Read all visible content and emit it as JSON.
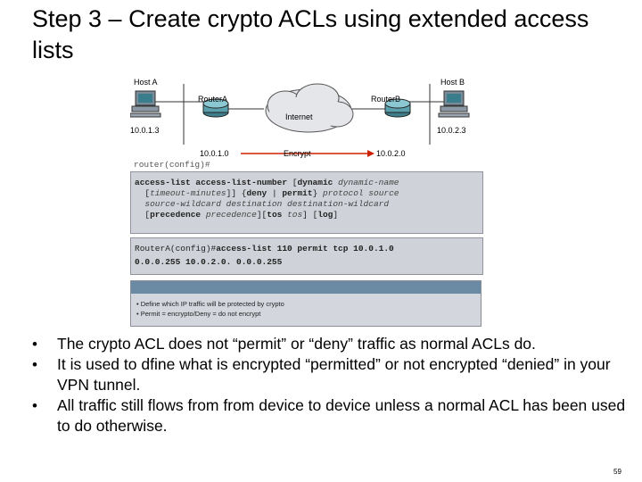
{
  "slide": {
    "title": "Step 3 – Create crypto ACLs using extended access lists",
    "page_number": "59"
  },
  "diagram": {
    "host_a": "Host A",
    "host_b": "Host B",
    "router_a": "RouterA",
    "router_b": "RouterB",
    "internet": "Internet",
    "host_a_ip": "10.0.1.3",
    "host_b_ip": "10.0.2.3",
    "net_a": "10.0.1.0",
    "net_b": "10.0.2.0",
    "encrypt": "Encrypt"
  },
  "syntax": {
    "prompt": "router(config)#"
  },
  "example": {
    "line1_prompt": "RouterA(config)#",
    "line1_cmd": "access-list 110 permit tcp 10.0.1.0",
    "line2": "0.0.0.255 10.0.2.0. 0.0.0.255"
  },
  "notes": [
    "• Define which IP traffic will be protected by crypto",
    "• Permit = encrypto/Deny = do not encrypt"
  ],
  "bullets": [
    "The crypto ACL does not “permit” or “deny” traffic as normal ACLs do.",
    "It is used to dfine what is encrypted “permitted” or not encrypted “denied” in your VPN tunnel.",
    "All traffic still flows from from device to device unless a normal ACL has been used to do otherwise."
  ],
  "colors": {
    "panel": "#cfd2d8",
    "note_header": "#6b8aa3",
    "arrow": "#cc2200"
  }
}
